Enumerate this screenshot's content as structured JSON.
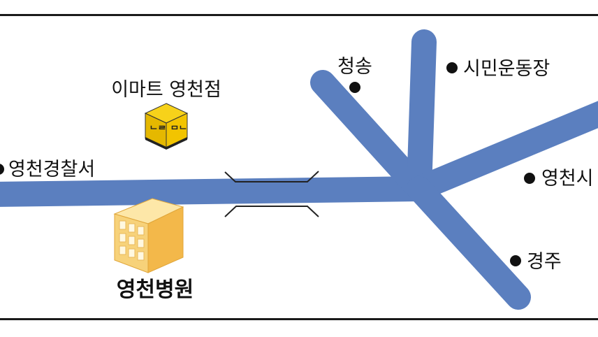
{
  "colors": {
    "road": "#5b7fbf",
    "hospital_building": "#f3b84a",
    "emart_logo": "#f2c400"
  },
  "icons": {
    "emart": "emart-cube-logo-icon",
    "hospital": "hospital-building-icon"
  },
  "labels": {
    "emart": "이마트 영천점",
    "police": "영천경찰서",
    "hospital": "영천병원",
    "cheongsong": "청송",
    "stadium": "시민운동장",
    "city_hall": "영천시",
    "gyeongju": "경주"
  }
}
